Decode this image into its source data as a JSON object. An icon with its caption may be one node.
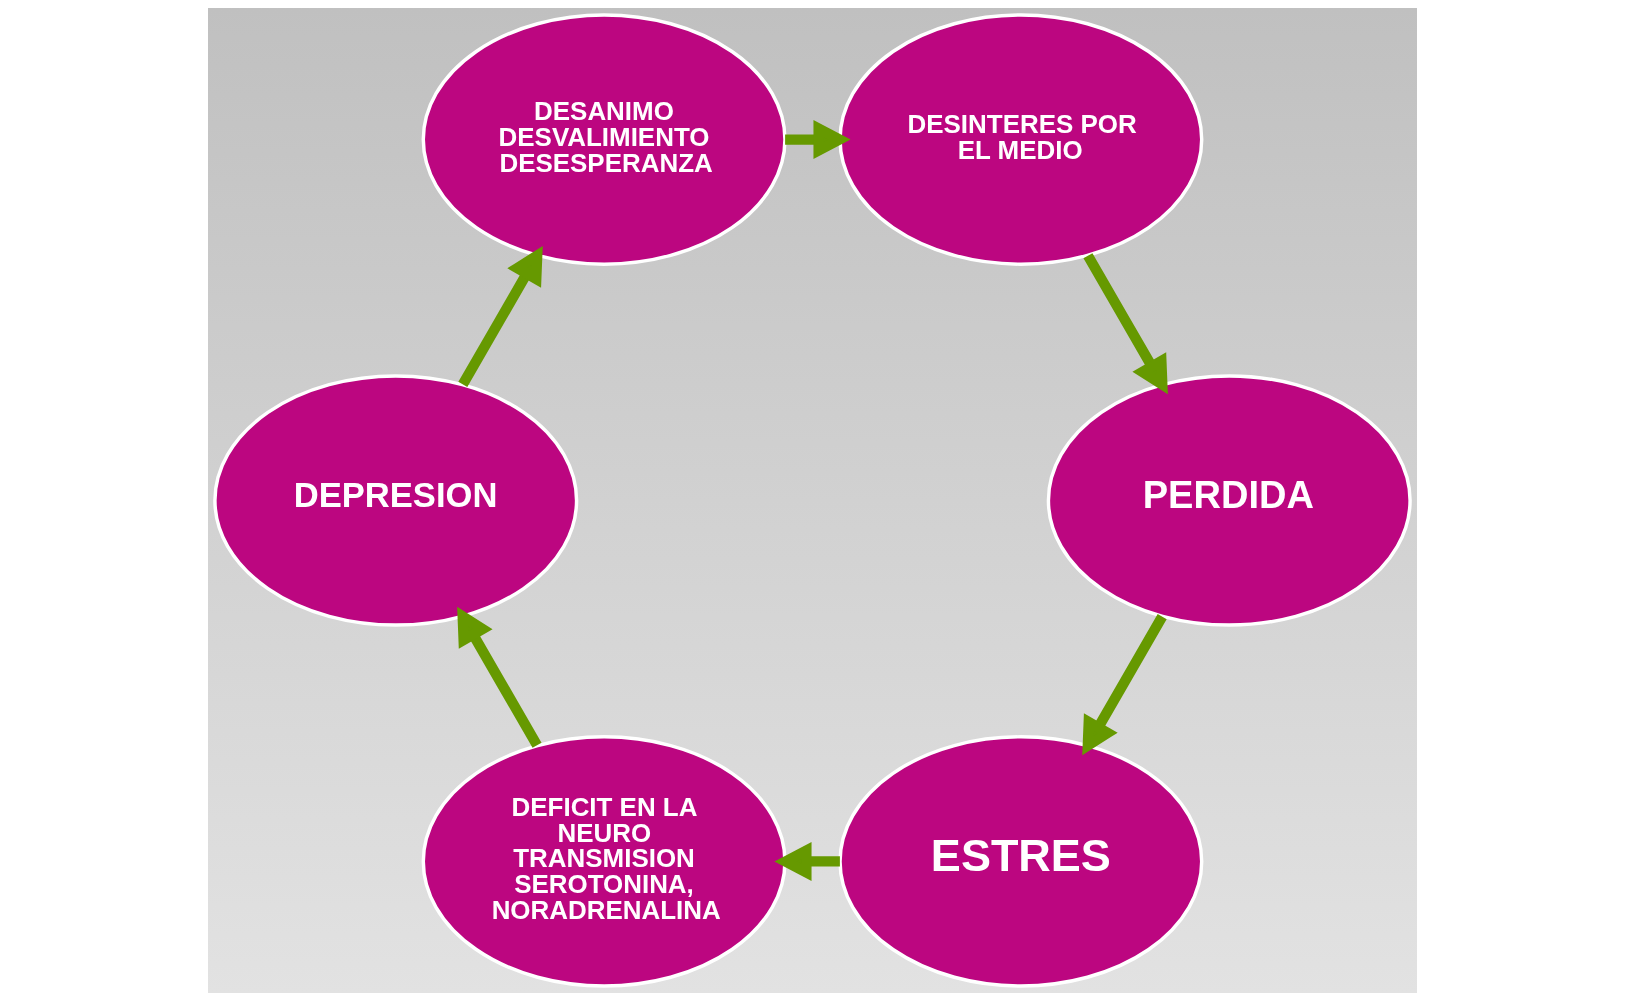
{
  "diagram": {
    "nodes": [
      {
        "text": [
          "ESTRES"
        ]
      },
      {
        "text": [
          "DEFICIT EN LA NEURO",
          "TRANSMISION SEROTONINA, NORADRENALINA"
        ]
      },
      {
        "text": [
          "DEPRESION"
        ]
      },
      {
        "text": [
          "DESANIMO",
          "DESVALIMIENTO",
          "DESESPERANZA"
        ]
      },
      {
        "text": [
          "DESINTERES POR EL MEDIO"
        ]
      },
      {
        "text": [
          "PERDIDA"
        ]
      }
    ],
    "edges": [
      {
        "from": 0,
        "to": 1,
        "arrow": "to"
      },
      {
        "from": 1,
        "to": 2,
        "arrow": "to"
      },
      {
        "from": 2,
        "to": 3,
        "arrow": "to"
      },
      {
        "from": 3,
        "to": 4,
        "arrow": "to"
      },
      {
        "from": 4,
        "to": 5,
        "arrow": "to"
      },
      {
        "from": 5,
        "to": 0,
        "arrow": "to"
      }
    ]
  }
}
